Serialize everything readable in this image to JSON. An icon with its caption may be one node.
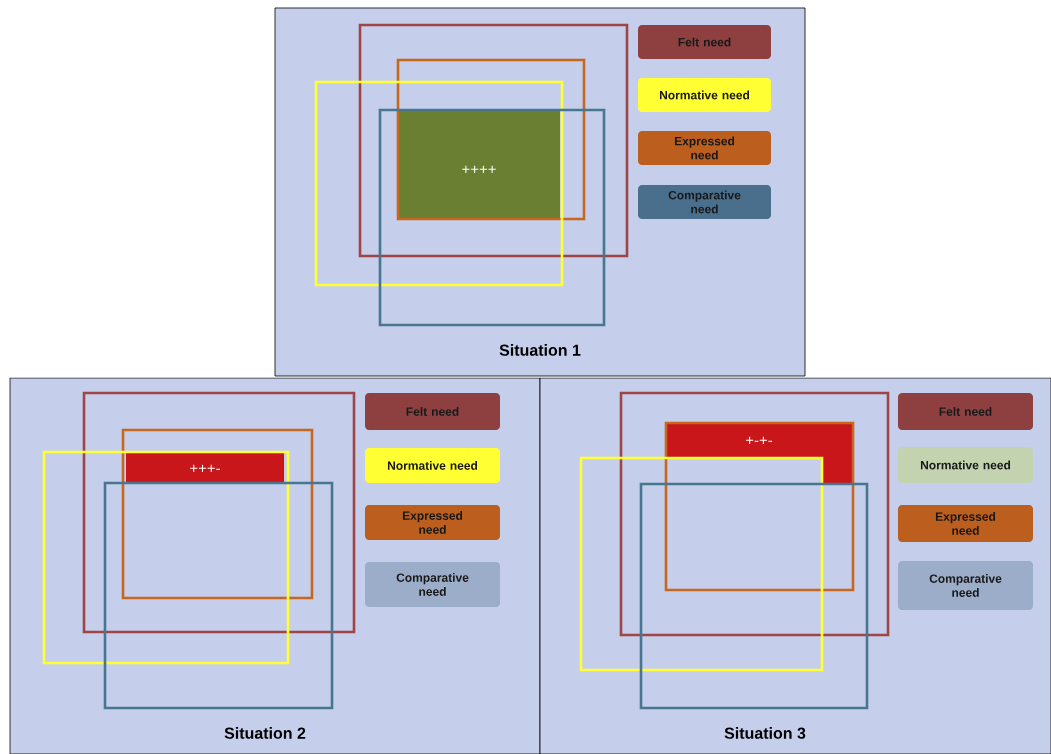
{
  "diagram": {
    "nodes": [
      {
        "text": [
          "Situation 1"
        ]
      },
      {
        "text": [],
        "shape": "box",
        "in": 0
      },
      {
        "text": [],
        "shape": "box",
        "in": 1
      },
      {
        "text": [],
        "shape": "box",
        "in": 0
      },
      {
        "text": [],
        "shape": "box",
        "in": 0
      },
      {
        "text": [
          "++++"
        ]
      },
      {
        "text": [
          "Situation 2"
        ]
      },
      {
        "text": [],
        "shape": "box",
        "in": 6
      },
      {
        "text": [],
        "shape": "box",
        "in": 7
      },
      {
        "text": [],
        "shape": "box",
        "in": 6
      },
      {
        "text": [],
        "shape": "box",
        "in": 6
      },
      {
        "text": [
          "+++-"
        ]
      },
      {
        "text": [
          "Situation 3"
        ]
      },
      {
        "text": [],
        "shape": "box",
        "in": 12
      },
      {
        "text": [],
        "shape": "box",
        "in": 13
      },
      {
        "text": [],
        "shape": "box",
        "in": 12
      },
      {
        "text": [],
        "shape": "box",
        "in": 12
      },
      {
        "text": [
          "+-+-"
        ],
        "in": 14
      }
    ],
    "legend": [
      {
        "text": "Felt need",
        "color": "#8e4040"
      },
      {
        "text": "Normative need",
        "color": "#ffff33"
      },
      {
        "text": "Expressed need",
        "color": "#bb5e1e"
      },
      {
        "text": "Comparative need",
        "color": "#4a6f8c"
      },
      {
        "text": "Felt need",
        "color": "#8e4040"
      },
      {
        "text": "Normative need",
        "color": "#ffff33"
      },
      {
        "text": "Expressed need",
        "color": "#bb5e1e"
      },
      {
        "text": "Comparative need",
        "color": "#9badc8"
      },
      {
        "text": "Felt need",
        "color": "#8e4040"
      },
      {
        "text": "Normative need",
        "color": "#c3d3b0"
      },
      {
        "text": "Expressed need",
        "color": "#bb5e1e"
      },
      {
        "text": "Comparative need",
        "color": "#9badc8"
      }
    ]
  }
}
